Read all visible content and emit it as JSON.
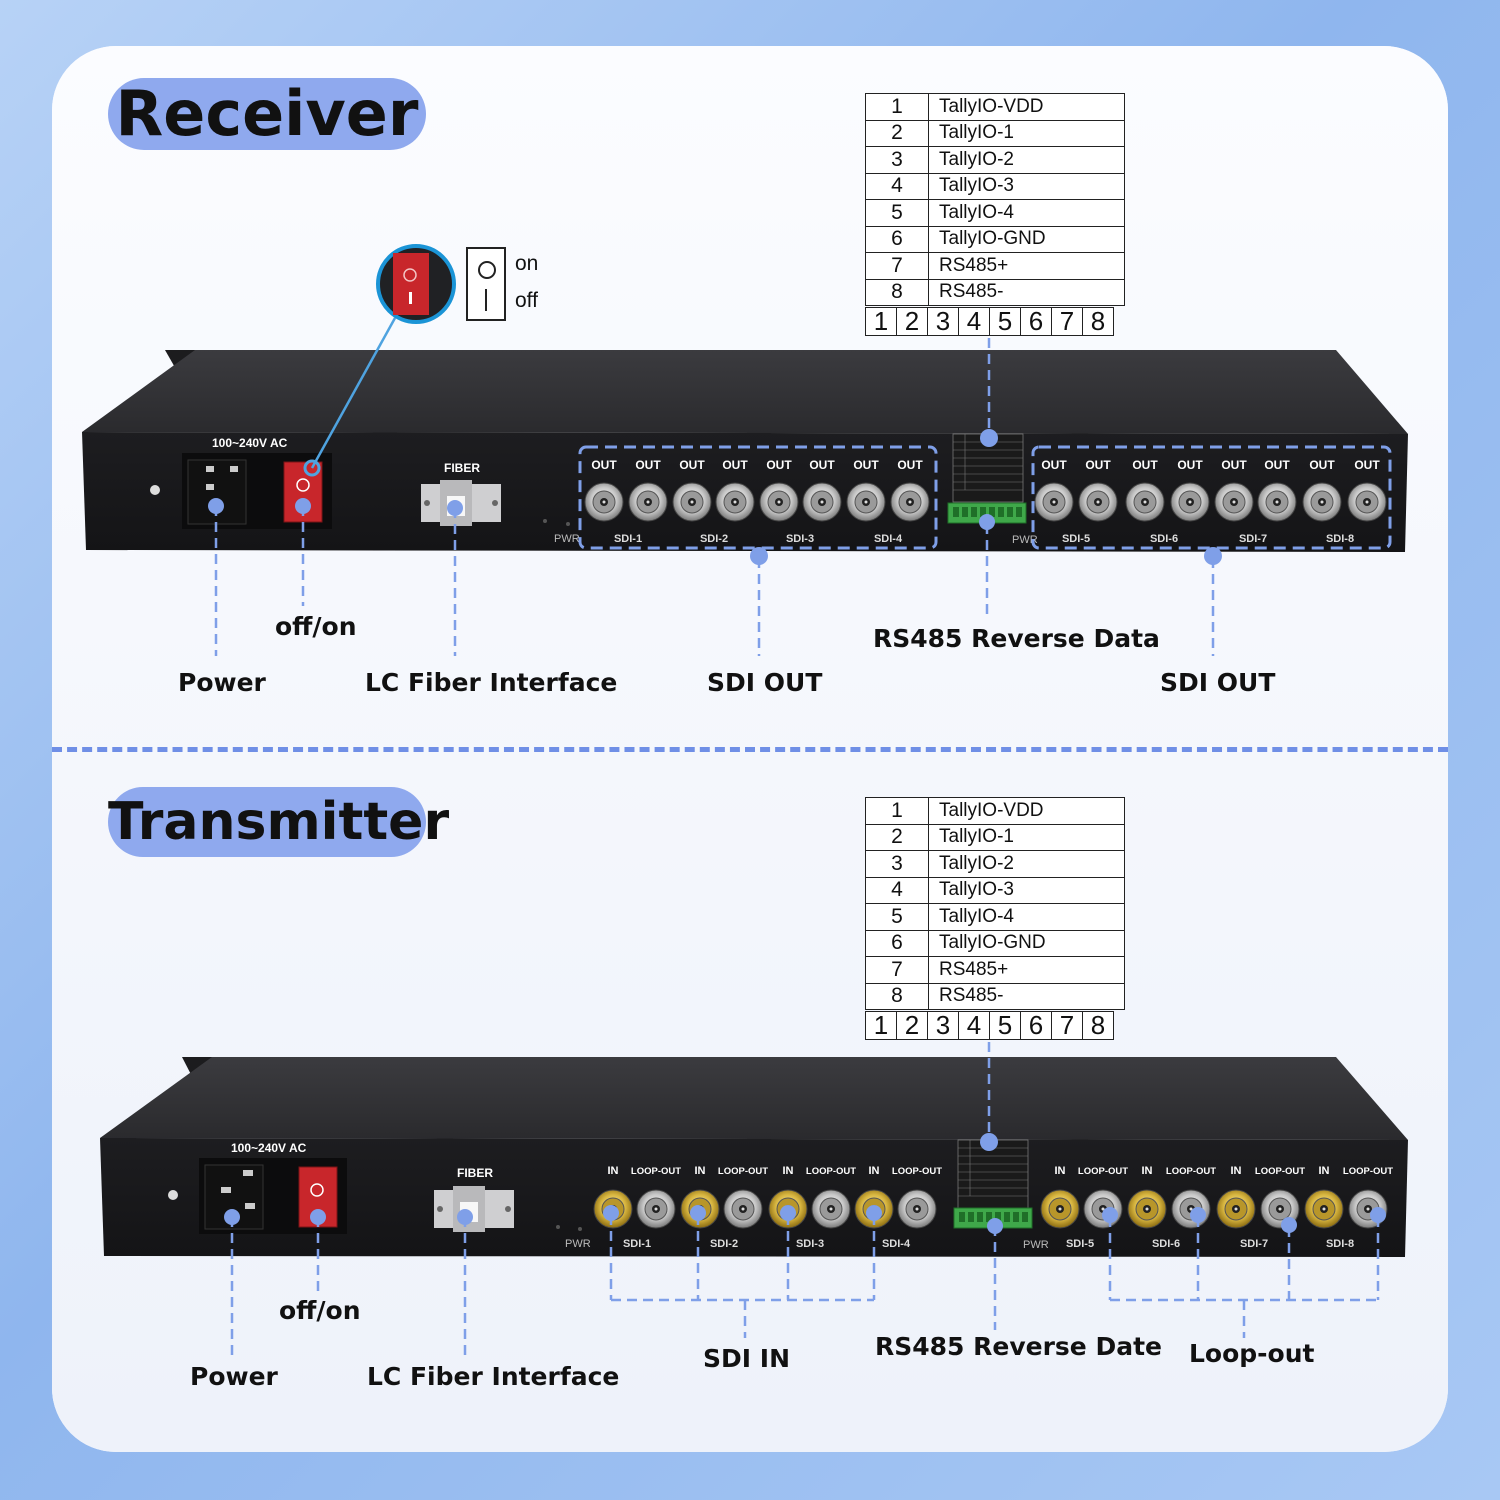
{
  "receiver": {
    "title": "Receiver",
    "switch_legend": {
      "on": "on",
      "off": "off"
    },
    "pins": [
      {
        "n": "1",
        "name": "TallyIO-VDD"
      },
      {
        "n": "2",
        "name": "TallyIO-1"
      },
      {
        "n": "3",
        "name": "TallyIO-2"
      },
      {
        "n": "4",
        "name": "TallyIO-3"
      },
      {
        "n": "5",
        "name": "TallyIO-4"
      },
      {
        "n": "6",
        "name": "TallyIO-GND"
      },
      {
        "n": "7",
        "name": "RS485+"
      },
      {
        "n": "8",
        "name": "RS485-"
      }
    ],
    "strip": [
      "1",
      "2",
      "3",
      "4",
      "5",
      "6",
      "7",
      "8"
    ],
    "panel": {
      "power_text": "100~240V AC",
      "fiber_text": "FIBER",
      "pwr_text": "PWR",
      "port_label": "OUT",
      "groups": [
        "SDI-1",
        "SDI-2",
        "SDI-3",
        "SDI-4",
        "SDI-5",
        "SDI-6",
        "SDI-7",
        "SDI-8"
      ]
    },
    "callouts": {
      "power": "Power",
      "offon": "off/on",
      "fiber": "LC Fiber Interface",
      "sdi_out_left": "SDI OUT",
      "rs485": "RS485 Reverse Data",
      "sdi_out_right": "SDI OUT"
    }
  },
  "transmitter": {
    "title": "Transmitter",
    "pins": [
      {
        "n": "1",
        "name": "TallyIO-VDD"
      },
      {
        "n": "2",
        "name": "TallyIO-1"
      },
      {
        "n": "3",
        "name": "TallyIO-2"
      },
      {
        "n": "4",
        "name": "TallyIO-3"
      },
      {
        "n": "5",
        "name": "TallyIO-4"
      },
      {
        "n": "6",
        "name": "TallyIO-GND"
      },
      {
        "n": "7",
        "name": "RS485+"
      },
      {
        "n": "8",
        "name": "RS485-"
      }
    ],
    "strip": [
      "1",
      "2",
      "3",
      "4",
      "5",
      "6",
      "7",
      "8"
    ],
    "panel": {
      "power_text": "100~240V AC",
      "fiber_text": "FIBER",
      "pwr_text": "PWR",
      "in_label": "IN",
      "loop_label": "LOOP-OUT",
      "groups": [
        "SDI-1",
        "SDI-2",
        "SDI-3",
        "SDI-4",
        "SDI-5",
        "SDI-6",
        "SDI-7",
        "SDI-8"
      ]
    },
    "callouts": {
      "power": "Power",
      "offon": "off/on",
      "fiber": "LC Fiber Interface",
      "sdi_in": "SDI IN",
      "rs485": "RS485 Reverse Date",
      "loopout": "Loop-out"
    }
  },
  "colors": {
    "accent": "#8fa9ee",
    "dash": "#6f8fe6",
    "callout_line": "#7f9fe8",
    "device": "#2b2b2e",
    "switch": "#c8262b"
  }
}
